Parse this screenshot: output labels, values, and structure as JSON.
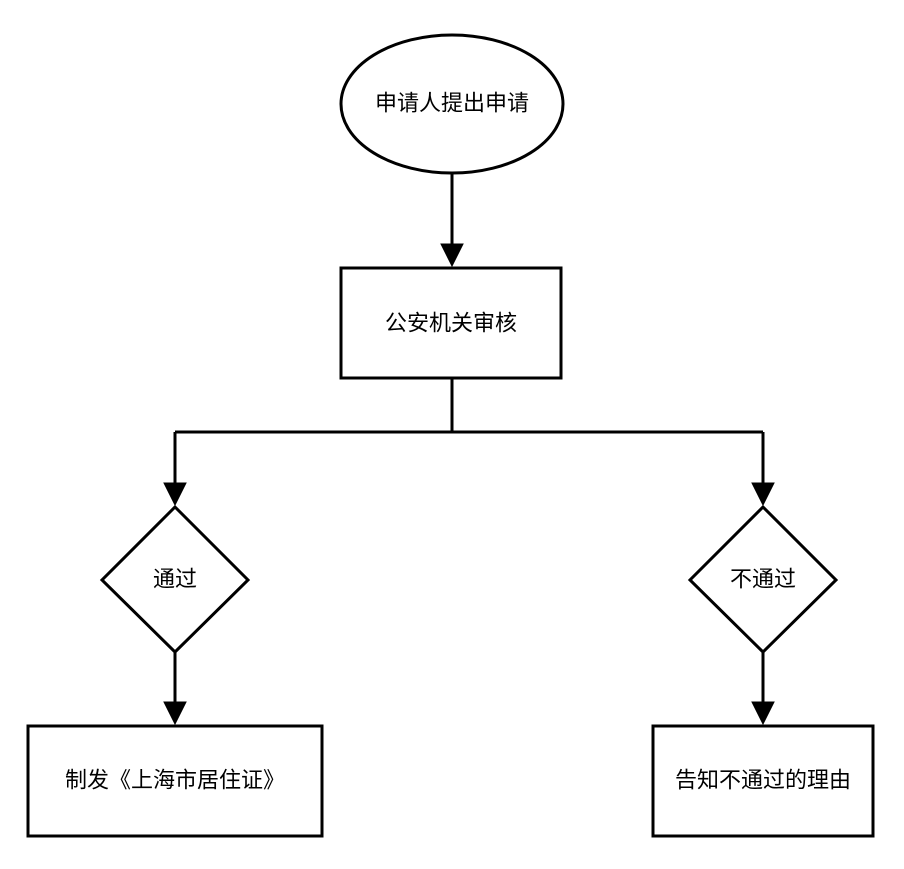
{
  "flowchart": {
    "start": {
      "label": "申请人提出申请",
      "shape": "ellipse"
    },
    "review": {
      "label": "公安机关审核",
      "shape": "rectangle"
    },
    "pass_decision": {
      "label": "通过",
      "shape": "diamond"
    },
    "fail_decision": {
      "label": "不通过",
      "shape": "diamond"
    },
    "pass_outcome": {
      "label": "制发《上海市居住证》",
      "shape": "rectangle"
    },
    "fail_outcome": {
      "label": "告知不通过的理由",
      "shape": "rectangle"
    }
  },
  "colors": {
    "stroke": "#000000",
    "fill": "#ffffff",
    "background": "#ffffff"
  }
}
